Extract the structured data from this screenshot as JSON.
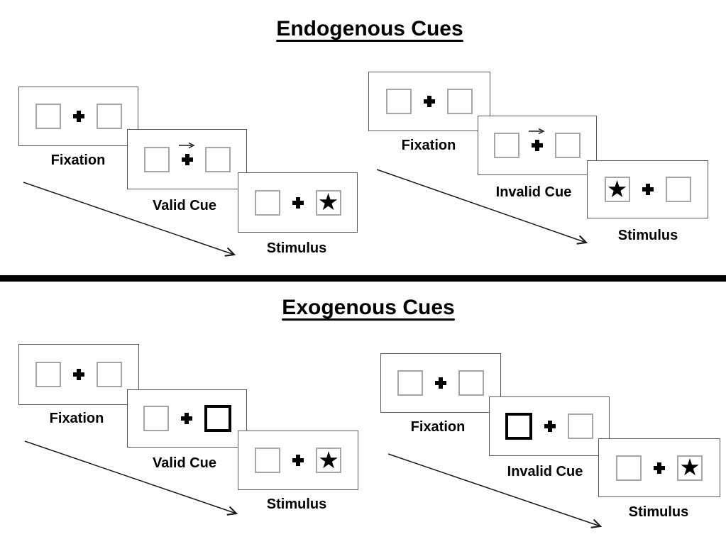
{
  "diagram": {
    "description_visible_text_only": true
  },
  "glyphs": {
    "star": "★",
    "plus": "fixation-cross",
    "cue_arrow_direction": "right"
  },
  "colors": {
    "background": "#ffffff",
    "ink": "#000000",
    "panel_border": "#595959",
    "box_border": "#a6a6a6",
    "divider": "#000000"
  },
  "sections": [
    {
      "id": "endogenous",
      "title": "Endogenous Cues",
      "sequences": [
        {
          "id": "endogenous-valid",
          "panels": [
            {
              "label": "Fixation",
              "left_box": "empty",
              "right_box": "empty",
              "direction_arrow": false
            },
            {
              "label": "Valid Cue",
              "left_box": "empty",
              "right_box": "empty",
              "direction_arrow": true
            },
            {
              "label": "Stimulus",
              "left_box": "empty",
              "right_box": "star",
              "direction_arrow": false
            }
          ]
        },
        {
          "id": "endogenous-invalid",
          "panels": [
            {
              "label": "Fixation",
              "left_box": "empty",
              "right_box": "empty",
              "direction_arrow": false
            },
            {
              "label": "Invalid Cue",
              "left_box": "empty",
              "right_box": "empty",
              "direction_arrow": true
            },
            {
              "label": "Stimulus",
              "left_box": "star",
              "right_box": "empty",
              "direction_arrow": false
            }
          ]
        }
      ]
    },
    {
      "id": "exogenous",
      "title": "Exogenous Cues",
      "sequences": [
        {
          "id": "exogenous-valid",
          "panels": [
            {
              "label": "Fixation",
              "left_box": "empty",
              "right_box": "empty",
              "direction_arrow": false
            },
            {
              "label": "Valid Cue",
              "left_box": "empty",
              "right_box": "highlighted",
              "direction_arrow": false
            },
            {
              "label": "Stimulus",
              "left_box": "empty",
              "right_box": "star",
              "direction_arrow": false
            }
          ]
        },
        {
          "id": "exogenous-invalid",
          "panels": [
            {
              "label": "Fixation",
              "left_box": "empty",
              "right_box": "empty",
              "direction_arrow": false
            },
            {
              "label": "Invalid Cue",
              "left_box": "highlighted",
              "right_box": "empty",
              "direction_arrow": false
            },
            {
              "label": "Stimulus",
              "left_box": "empty",
              "right_box": "star",
              "direction_arrow": false
            }
          ]
        }
      ]
    }
  ]
}
